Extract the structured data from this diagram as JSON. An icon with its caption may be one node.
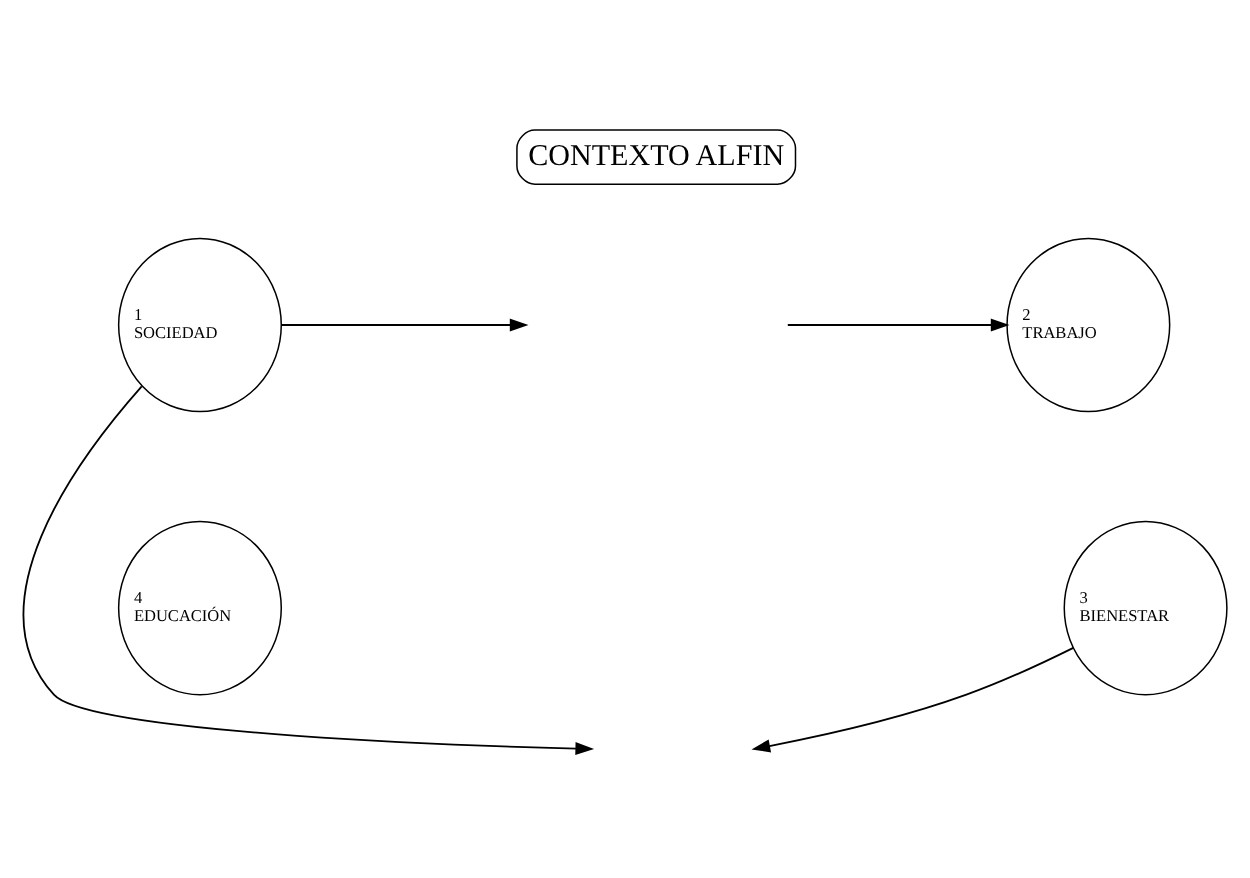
{
  "diagram": {
    "nodes": [
      {
        "text": [
          "CONTEXTO ALFIN"
        ]
      },
      {
        "text": [
          "1",
          "SOCIEDAD"
        ]
      },
      {
        "text": [
          "2",
          "TRABAJO"
        ]
      },
      {
        "text": [
          "3",
          "BIENESTAR"
        ]
      },
      {
        "text": [
          "4",
          "EDUCACIÓN"
        ]
      }
    ],
    "edges": [
      {
        "from": 1,
        "to": null,
        "arrow": "to"
      },
      {
        "from": null,
        "to": 2,
        "arrow": "to"
      },
      {
        "from": 1,
        "to": null,
        "arrow": "to"
      },
      {
        "from": 3,
        "to": null,
        "arrow": "to"
      }
    ]
  }
}
